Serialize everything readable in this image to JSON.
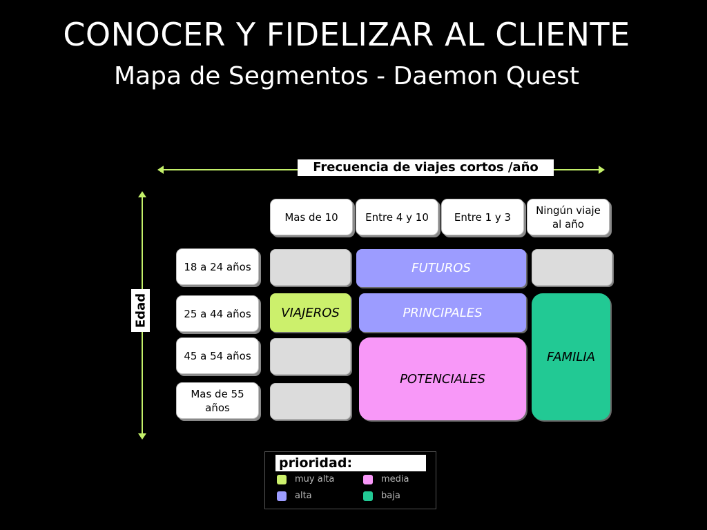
{
  "title": "CONOCER Y FIDELIZAR AL CLIENTE",
  "subtitle": "Mapa de Segmentos - Daemon Quest",
  "x_axis_label": "Frecuencia de viajes cortos /año",
  "y_axis_label": "Edad",
  "columns": [
    "Mas de 10",
    "Entre 4 y 10",
    "Entre 1 y 3",
    "Ningún viaje al año"
  ],
  "rows": [
    "18 a 24 años",
    "25 a 44 años",
    "45 a 54 años",
    "Mas de 55 años"
  ],
  "segments": {
    "futuros": {
      "label": "FUTUROS",
      "color": "#9c9cff"
    },
    "viajeros": {
      "label": "VIAJEROS",
      "color": "#ccf06c"
    },
    "principales": {
      "label": "PRINCIPALES",
      "color": "#9c9cff"
    },
    "potenciales": {
      "label": "POTENCIALES",
      "color": "#f898f8"
    },
    "familia": {
      "label": "FAMILIA",
      "color": "#22c994"
    }
  },
  "legend": {
    "title": "prioridad:",
    "items": [
      {
        "label": "muy alta",
        "color": "#ccf06c"
      },
      {
        "label": "media",
        "color": "#f898f8"
      },
      {
        "label": "alta",
        "color": "#9c9cff"
      },
      {
        "label": "baja",
        "color": "#22c994"
      }
    ]
  }
}
